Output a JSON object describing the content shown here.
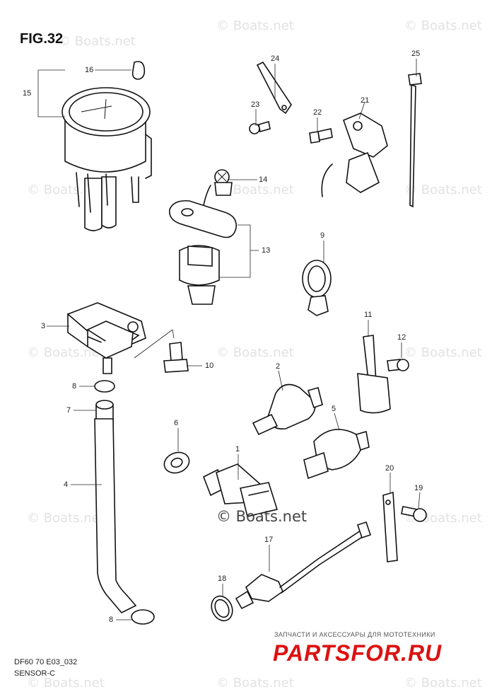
{
  "figure": {
    "title": "FIG.32"
  },
  "watermark": {
    "text": "© Boats.net"
  },
  "footer": {
    "code": "DF60 70 E03_032",
    "section": "SENSOR-C"
  },
  "shop": {
    "tagline": "ЗАПЧАСТИ И АКСЕССУАРЫ ДЛЯ МОТОТЕХНИКИ",
    "logo": "PARTSFOR.RU"
  },
  "callouts": [
    "16",
    "15",
    "24",
    "25",
    "23",
    "22",
    "21",
    "14",
    "13",
    "9",
    "3",
    "10",
    "11",
    "12",
    "8",
    "2",
    "7",
    "5",
    "6",
    "1",
    "4",
    "20",
    "19",
    "17",
    "18",
    "8"
  ],
  "colors": {
    "line": "#111111",
    "watermark": "#e2e2e2",
    "shop_red": "#dd1111"
  }
}
